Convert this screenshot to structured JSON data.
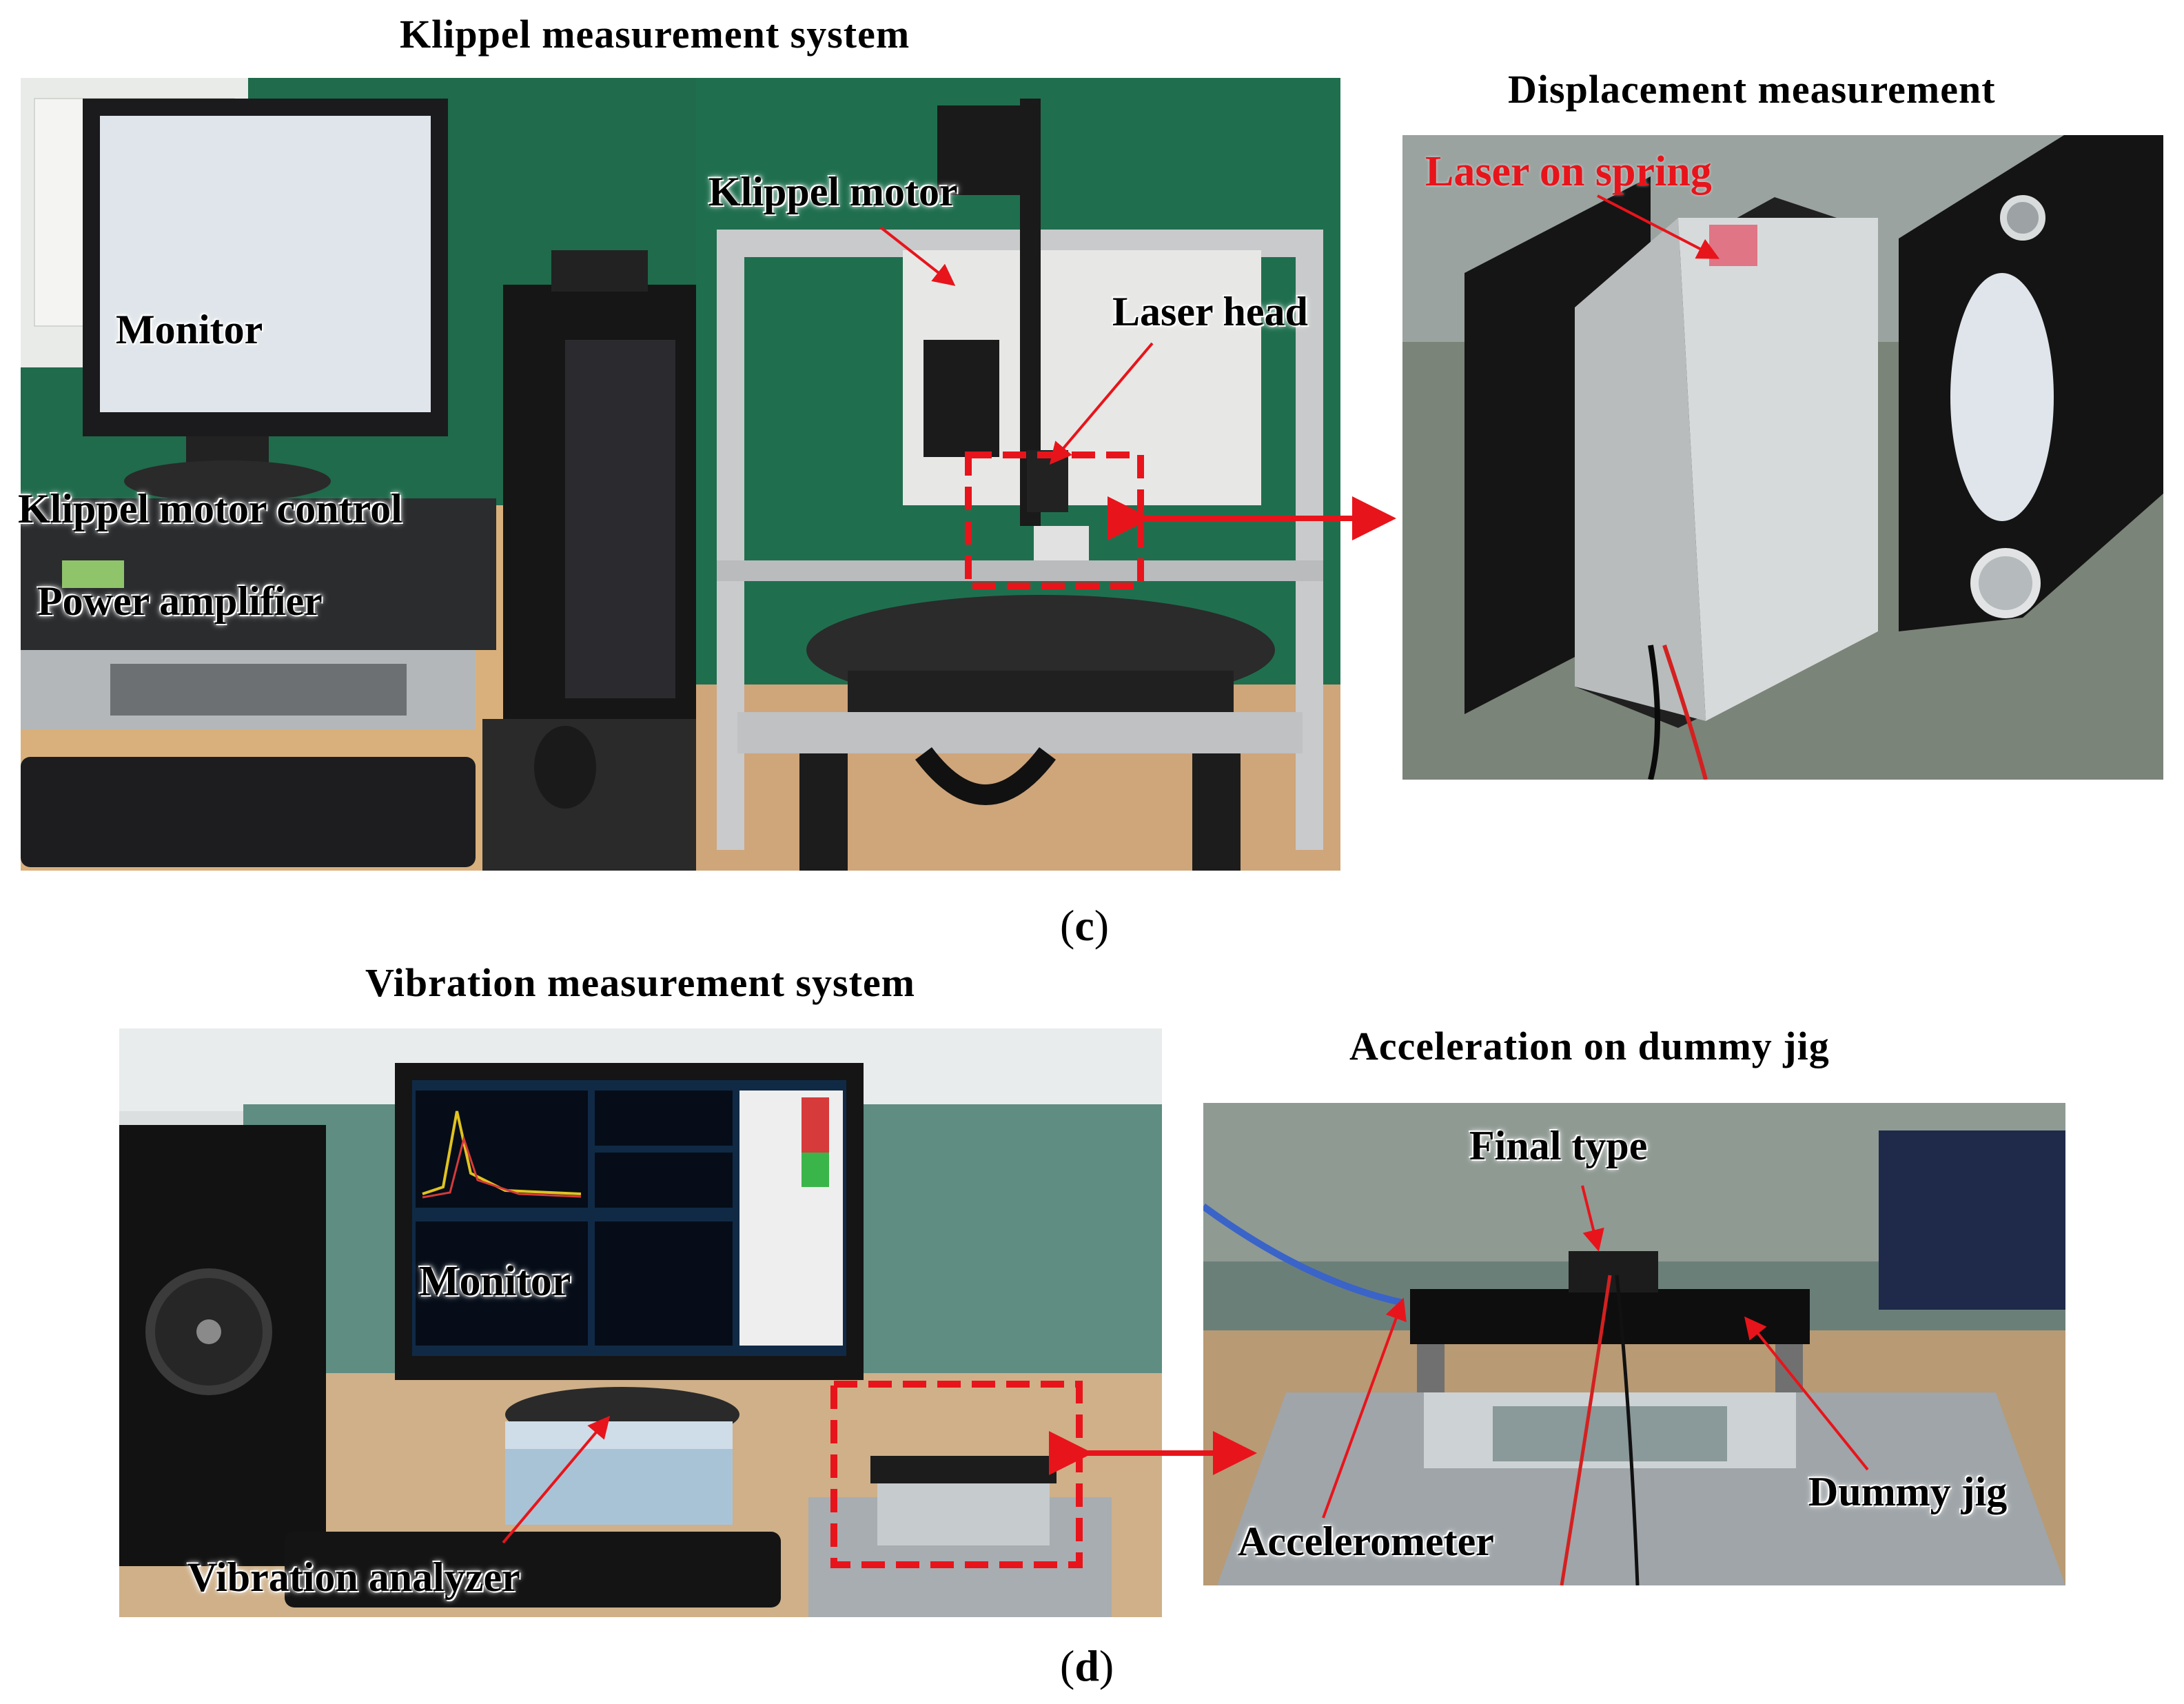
{
  "panel_c": {
    "label_open": "(",
    "label_letter": "c",
    "label_close": ")",
    "klippel_title": "Klippel measurement system",
    "displacement_title": "Displacement measurement",
    "callouts": {
      "monitor": "Monitor",
      "klippel_motor": "Klippel motor",
      "laser_head": "Laser head",
      "motor_control": "Klippel motor control",
      "power_amplifier": "Power amplifier",
      "laser_on_spring": "Laser on spring"
    }
  },
  "panel_d": {
    "label_open": "(",
    "label_letter": "d",
    "label_close": ")",
    "vibration_title": "Vibration measurement system",
    "acceleration_title": "Acceleration on dummy jig",
    "callouts": {
      "monitor": "Monitor",
      "vibration_analyzer": "Vibration analyzer",
      "final_type": "Final type",
      "dummy_jig": "Dummy jig",
      "accelerometer": "Accelerometer"
    }
  },
  "colors": {
    "annotation_red": "#e8141b",
    "wall_green": "#1f6b4c",
    "desk_tan": "#c9a678"
  }
}
